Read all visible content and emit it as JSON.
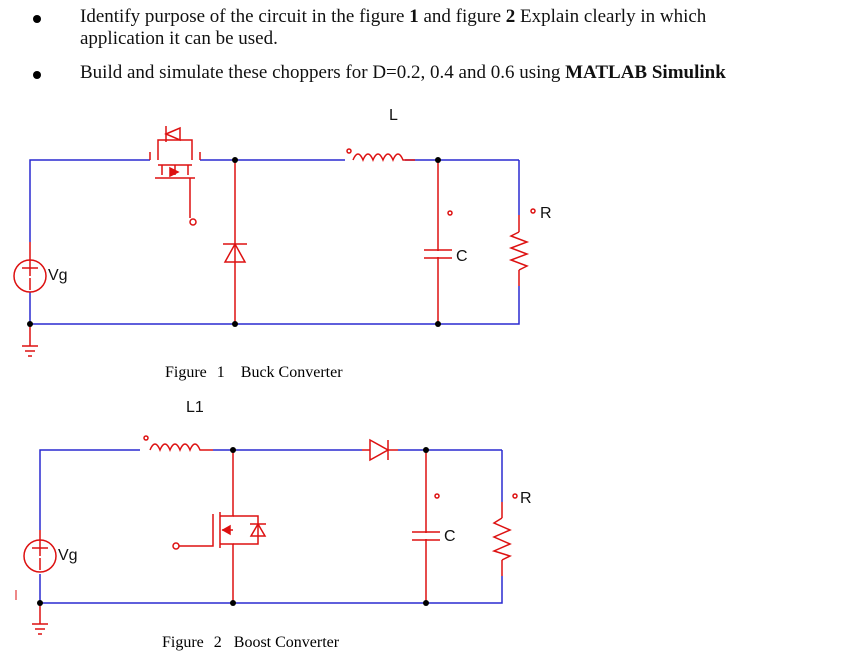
{
  "instructions": {
    "bullet1": {
      "part1": "Identify purpose of the circuit in the figure ",
      "fig1": "1",
      "part2": " and figure ",
      "fig2": "2",
      "part3": " Explain clearly in which",
      "line2": "application it can be used."
    },
    "bullet2": {
      "part1": "Build and simulate these choppers for D=0.2, 0.4 and 0.6 using ",
      "bold": "MATLAB Simulink"
    }
  },
  "figure1": {
    "inductor_label": "L",
    "capacitor_label": "C",
    "resistor_label": "R",
    "source_label": "Vg",
    "caption_prefix": "Figure",
    "caption_number": "1",
    "caption_title": "Buck Converter"
  },
  "figure2": {
    "inductor_label": "L1",
    "capacitor_label": "C",
    "resistor_label": "R",
    "source_label": "Vg",
    "caption_prefix": "Figure",
    "caption_number": "2",
    "caption_title": "Boost Converter"
  },
  "colors": {
    "wire": "#2a2ad0",
    "component": "#dd1111",
    "node": "#000000"
  }
}
